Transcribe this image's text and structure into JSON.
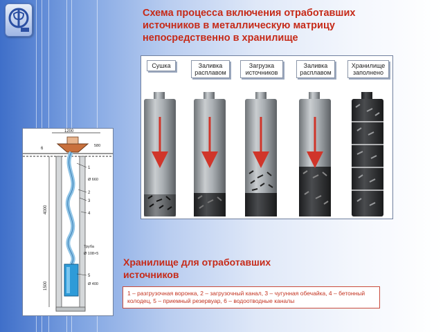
{
  "title": {
    "line1": "Схема процесса включения отработавших",
    "line2": "источников в металлическую матрицу",
    "line3": "непосредственно в хранилище"
  },
  "stages": [
    {
      "line1": "Сушка",
      "line2": ""
    },
    {
      "line1": "Заливка",
      "line2": "расплавом"
    },
    {
      "line1": "Загрузка",
      "line2": "источников"
    },
    {
      "line1": "Заливка",
      "line2": "расплавом"
    },
    {
      "line1": "Хранилище",
      "line2": "заполнено"
    }
  ],
  "subtitle": {
    "line1": "Хранилище для отработавших",
    "line2": "источников"
  },
  "legend": "1 – разгрузочная воронка, 2 – загрузочный канал, 3 – чугунная обечайка, 4 – бетонный колодец, 5 – приемный резервуар, 6 – водоотводные каналы",
  "drawing": {
    "dim_top": "1200",
    "dim_side": "580",
    "dim_total": "4000",
    "dim_bottom": "1500",
    "mark_660": "Ø 660",
    "mark_pipe": "Труба",
    "mark_108": "Ø 108×5",
    "mark_400": "Ø 400",
    "callout_6": "6",
    "callout_1": "1",
    "callout_2": "2",
    "callout_3": "3",
    "callout_4": "4",
    "callout_5": "5"
  },
  "colors": {
    "title_red": "#c62a18",
    "arrow_red": "#d0352a",
    "cylinder_metal": "#9da2a6",
    "matrix_dark": "#2a2b2d",
    "tank_blue": "#2e9bd8"
  }
}
